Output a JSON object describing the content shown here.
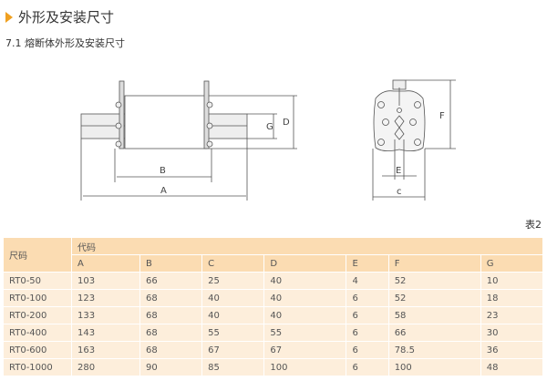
{
  "section_title": "外形及安装尺寸",
  "subtitle": "7.1 熔断体外形及安装尺寸",
  "drawing_labels": {
    "A": "A",
    "B": "B",
    "C": "c",
    "D": "D",
    "E": "E",
    "F": "F",
    "G": "G"
  },
  "table_caption": "表2",
  "table": {
    "size_header": "尺码",
    "code_header": "代码",
    "columns": [
      "A",
      "B",
      "C",
      "D",
      "E",
      "F",
      "G"
    ],
    "rows": [
      [
        "RT0-50",
        "103",
        "66",
        "25",
        "40",
        "4",
        "52",
        "10"
      ],
      [
        "RT0-100",
        "123",
        "68",
        "40",
        "40",
        "6",
        "52",
        "18"
      ],
      [
        "RT0-200",
        "133",
        "68",
        "40",
        "40",
        "6",
        "58",
        "23"
      ],
      [
        "RT0-400",
        "143",
        "68",
        "55",
        "55",
        "6",
        "66",
        "30"
      ],
      [
        "RT0-600",
        "163",
        "68",
        "67",
        "67",
        "6",
        "78.5",
        "36"
      ],
      [
        "RT0-1000",
        "280",
        "90",
        "85",
        "100",
        "6",
        "100",
        "48"
      ]
    ]
  }
}
